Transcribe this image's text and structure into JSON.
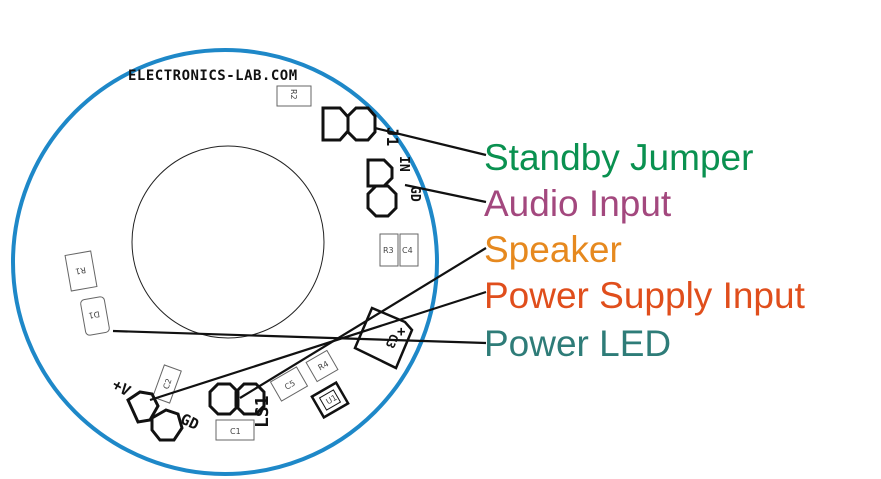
{
  "board": {
    "brand": "ELECTRONICS-LAB.COM",
    "outline_color": "#1e88c8"
  },
  "silkscreen": {
    "r2": "R2",
    "j1": "J1",
    "in": "IN",
    "gd_in": "GD",
    "r3": "R3",
    "c4": "C4",
    "r1": "R1",
    "d1": "D1",
    "c3": "C3",
    "plus": "+",
    "plus_v": "+V",
    "c2": "C2",
    "c5": "C5",
    "r4": "R4",
    "u1": "U1",
    "gd_pwr": "GD",
    "c1": "C1",
    "ls1": "LS1"
  },
  "callouts": [
    {
      "label": "Standby Jumper",
      "color": "#0a9150"
    },
    {
      "label": "Audio Input",
      "color": "#a3487e"
    },
    {
      "label": "Speaker",
      "color": "#e6891f"
    },
    {
      "label": "Power Supply Input",
      "color": "#e04e1c"
    },
    {
      "label": "Power LED",
      "color": "#2e7c78"
    }
  ]
}
